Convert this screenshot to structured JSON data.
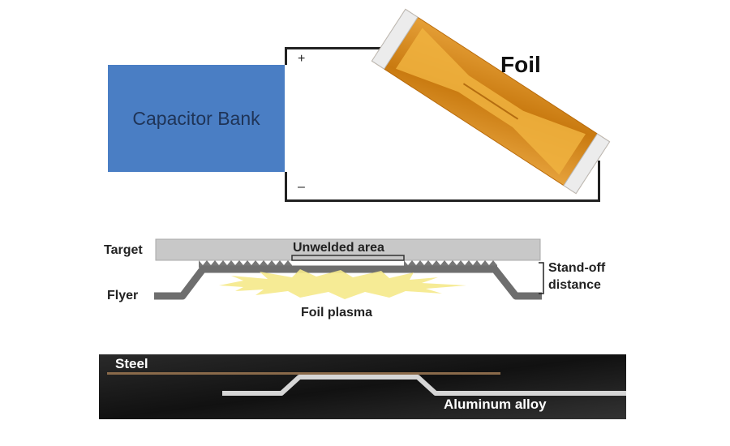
{
  "circuit": {
    "capacitor_label": "Capacitor Bank",
    "positive_sign": "+",
    "negative_sign": "–",
    "foil_label": "Foil"
  },
  "cross_section": {
    "target_label": "Target",
    "unwelded_label": "Unwelded area",
    "standoff_label_line1": "Stand-off",
    "standoff_label_line2": "distance",
    "flyer_label": "Flyer",
    "plasma_label": "Foil plasma"
  },
  "micrograph": {
    "steel_label": "Steel",
    "aluminum_label": "Aluminum alloy"
  },
  "colors": {
    "capacitor": "#4a7ec4",
    "foil": "#d4890f",
    "target": "#c8c8c8",
    "flyer": "#6e6e6e",
    "plasma": "#f5e98a",
    "micrograph_bg": "#1c1c1c"
  }
}
